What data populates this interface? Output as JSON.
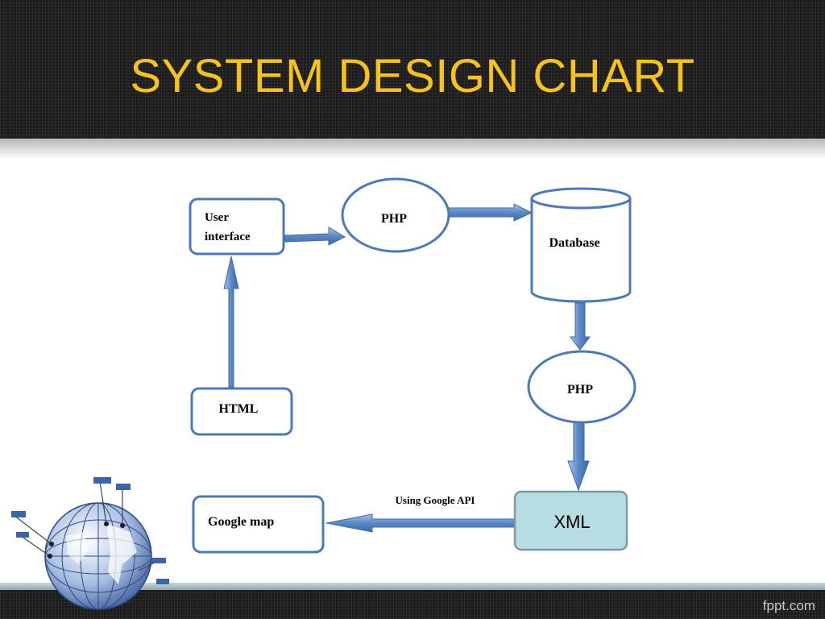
{
  "slide": {
    "title": "SYSTEM DESIGN CHART",
    "watermark": "fppt.com"
  },
  "diagram": {
    "nodes": {
      "user_interface": {
        "line1": "User",
        "line2": "interface",
        "shape": "rounded-rectangle"
      },
      "php_top": {
        "label": "PHP",
        "shape": "ellipse"
      },
      "database": {
        "label": "Database",
        "shape": "cylinder"
      },
      "php_bottom": {
        "label": "PHP",
        "shape": "ellipse"
      },
      "xml": {
        "label": "XML",
        "shape": "rounded-rectangle",
        "fill": "#b7dde3"
      },
      "google_map": {
        "label": "Google map",
        "shape": "rounded-rectangle"
      },
      "html": {
        "label": "HTML",
        "shape": "rounded-rectangle"
      }
    },
    "edges": [
      {
        "from": "html",
        "to": "user_interface"
      },
      {
        "from": "user_interface",
        "to": "php_top"
      },
      {
        "from": "php_top",
        "to": "database"
      },
      {
        "from": "database",
        "to": "php_bottom"
      },
      {
        "from": "php_bottom",
        "to": "xml"
      },
      {
        "from": "xml",
        "to": "google_map",
        "label": "Using Google API"
      }
    ],
    "colors": {
      "stroke": "#4e79b8",
      "arrow": "#5b87c4",
      "xml_fill": "#b7dde3",
      "title": "#f7c21b"
    }
  },
  "icons": {
    "globe": "globe-icon"
  }
}
